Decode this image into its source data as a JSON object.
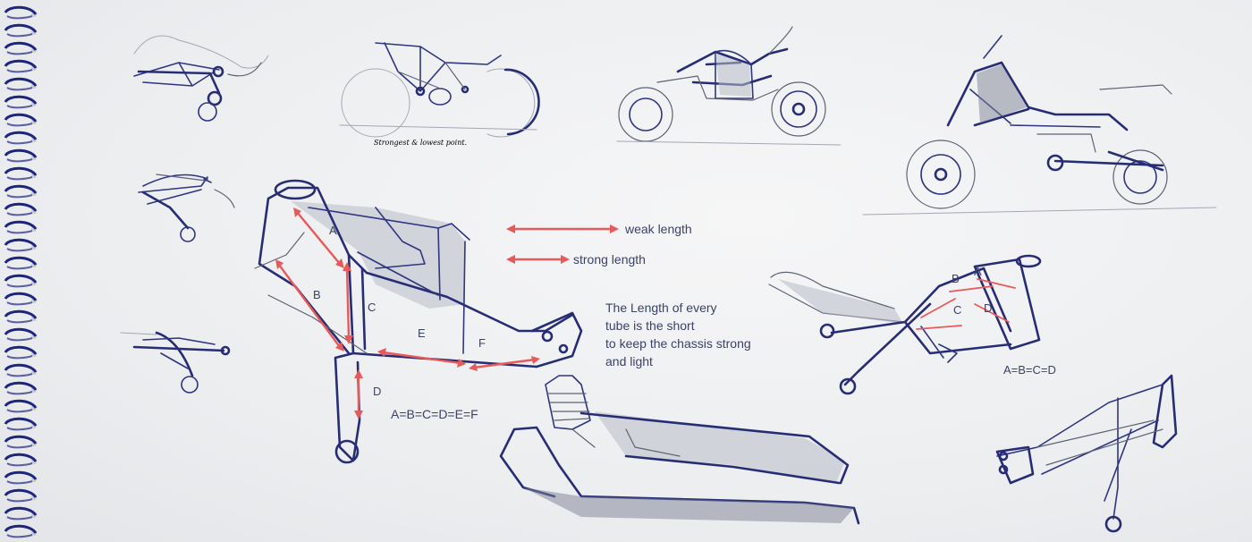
{
  "legend": {
    "weak_label": "weak length",
    "strong_label": "strong length",
    "arrow_color": "#e85a5a"
  },
  "note": {
    "lines": [
      "The Length of every",
      "tube is the short",
      "to keep the chassis strong",
      "and light"
    ]
  },
  "main_frame": {
    "tube_labels": [
      "A",
      "B",
      "C",
      "D",
      "E",
      "F"
    ],
    "equation": "A=B=C=D=E=F"
  },
  "right_frame": {
    "tube_labels": [
      "A",
      "B",
      "C",
      "D"
    ],
    "equation": "A=B=C=D"
  },
  "handwriting": {
    "caption": "Strongest & lowest point."
  },
  "colors": {
    "paper": "#eceef0",
    "ink": "#272d74",
    "binding": "#1d2580"
  }
}
